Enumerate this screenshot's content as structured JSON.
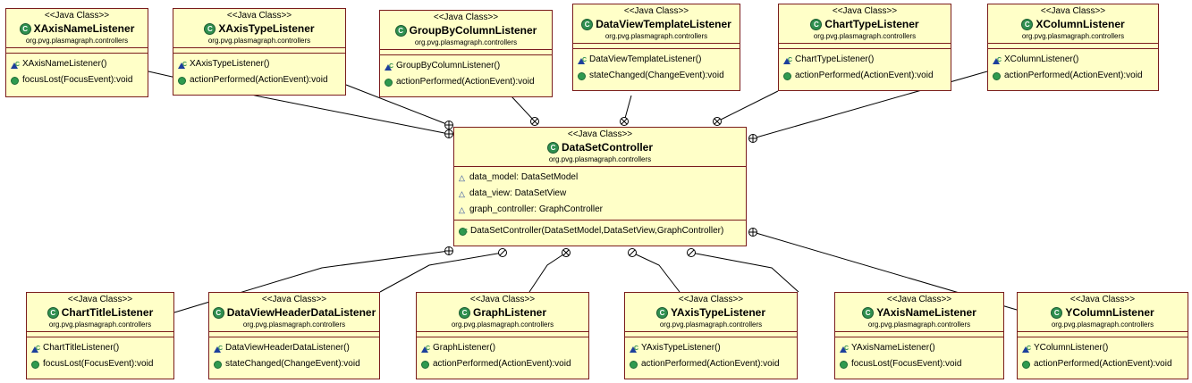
{
  "stereotype": "<<Java Class>>",
  "center": {
    "name": "DataSetController",
    "package": "org.pvg.plasmagraph.controllers",
    "attributes": [
      "data_model: DataSetModel",
      "data_view: DataSetView",
      "graph_controller: GraphController"
    ],
    "constructor": "DataSetController(DataSetModel,DataSetView,GraphController)"
  },
  "top": [
    {
      "name": "XAxisNameListener",
      "package": "org.pvg.plasmagraph.controllers",
      "constructor": "XAxisNameListener()",
      "method": "focusLost(FocusEvent):void"
    },
    {
      "name": "XAxisTypeListener",
      "package": "org.pvg.plasmagraph.controllers",
      "constructor": "XAxisTypeListener()",
      "method": "actionPerformed(ActionEvent):void"
    },
    {
      "name": "GroupByColumnListener",
      "package": "org.pvg.plasmagraph.controllers",
      "constructor": "GroupByColumnListener()",
      "method": "actionPerformed(ActionEvent):void"
    },
    {
      "name": "DataViewTemplateListener",
      "package": "org.pvg.plasmagraph.controllers",
      "constructor": "DataViewTemplateListener()",
      "method": "stateChanged(ChangeEvent):void"
    },
    {
      "name": "ChartTypeListener",
      "package": "org.pvg.plasmagraph.controllers",
      "constructor": "ChartTypeListener()",
      "method": "actionPerformed(ActionEvent):void"
    },
    {
      "name": "XColumnListener",
      "package": "org.pvg.plasmagraph.controllers",
      "constructor": "XColumnListener()",
      "method": "actionPerformed(ActionEvent):void"
    }
  ],
  "bottom": [
    {
      "name": "ChartTitleListener",
      "package": "org.pvg.plasmagraph.controllers",
      "constructor": "ChartTitleListener()",
      "method": "focusLost(FocusEvent):void"
    },
    {
      "name": "DataViewHeaderDataListener",
      "package": "org.pvg.plasmagraph.controllers",
      "constructor": "DataViewHeaderDataListener()",
      "method": "stateChanged(ChangeEvent):void"
    },
    {
      "name": "GraphListener",
      "package": "org.pvg.plasmagraph.controllers",
      "constructor": "GraphListener()",
      "method": "actionPerformed(ActionEvent):void"
    },
    {
      "name": "YAxisTypeListener",
      "package": "org.pvg.plasmagraph.controllers",
      "constructor": "YAxisTypeListener()",
      "method": "actionPerformed(ActionEvent):void"
    },
    {
      "name": "YAxisNameListener",
      "package": "org.pvg.plasmagraph.controllers",
      "constructor": "YAxisNameListener()",
      "method": "focusLost(FocusEvent):void"
    },
    {
      "name": "YColumnListener",
      "package": "org.pvg.plasmagraph.controllers",
      "constructor": "YColumnListener()",
      "method": "actionPerformed(ActionEvent):void"
    }
  ]
}
